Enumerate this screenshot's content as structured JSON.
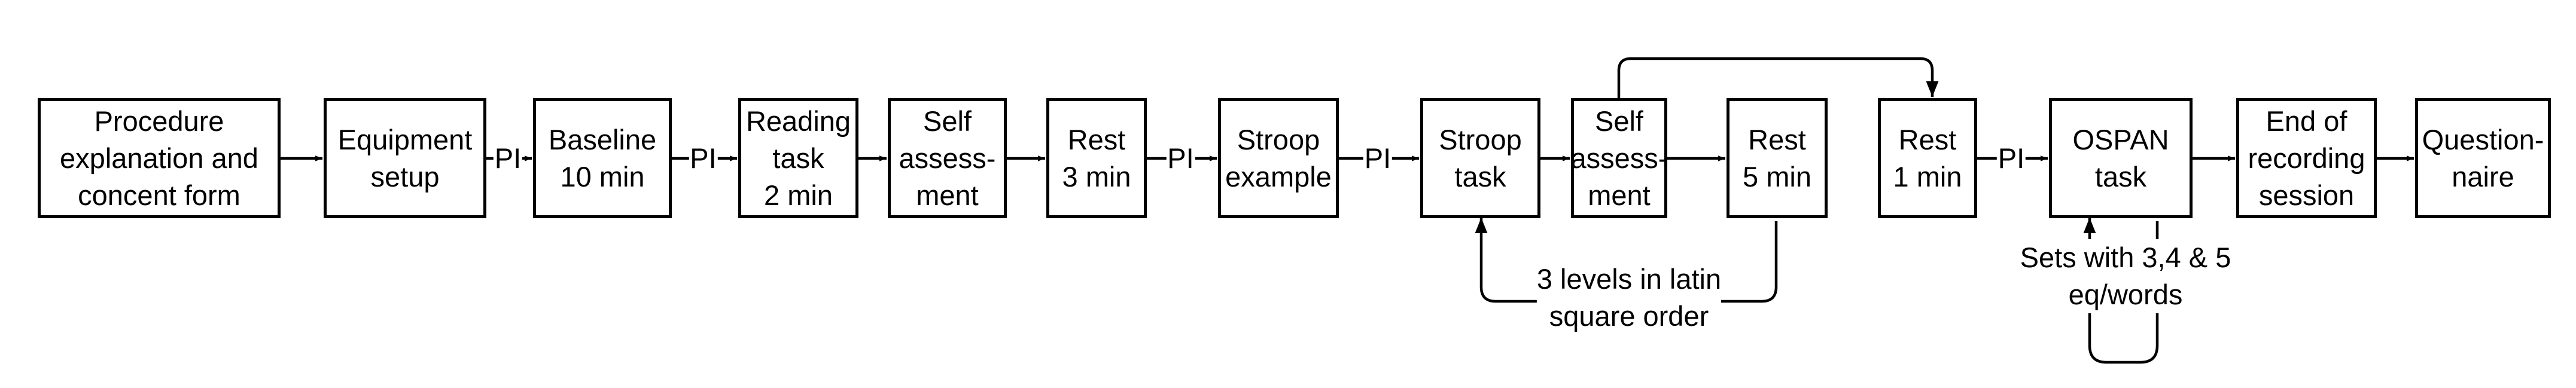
{
  "steps": [
    {
      "label": "Procedure\nexplanation and\nconcent form"
    },
    {
      "label": "Equipment\nsetup"
    },
    {
      "label": "Baseline\n10 min"
    },
    {
      "label": "Reading\ntask\n2 min"
    },
    {
      "label": "Self\nassess-\nment"
    },
    {
      "label": "Rest\n3 min"
    },
    {
      "label": "Stroop\nexample"
    },
    {
      "label": "Stroop\ntask"
    },
    {
      "label": "Self\nassess-\nment"
    },
    {
      "label": "Rest\n5 min"
    },
    {
      "label": "Rest\n1 min"
    },
    {
      "label": "OSPAN\ntask"
    },
    {
      "label": "End of\nrecording\nsession"
    },
    {
      "label": "Question-\nnaire"
    }
  ],
  "connector_tag": "PI",
  "notes": {
    "stroop_loop": "3 levels in latin\nsquare order",
    "ospan_loop": "Sets with 3,4 & 5\neq/words"
  }
}
